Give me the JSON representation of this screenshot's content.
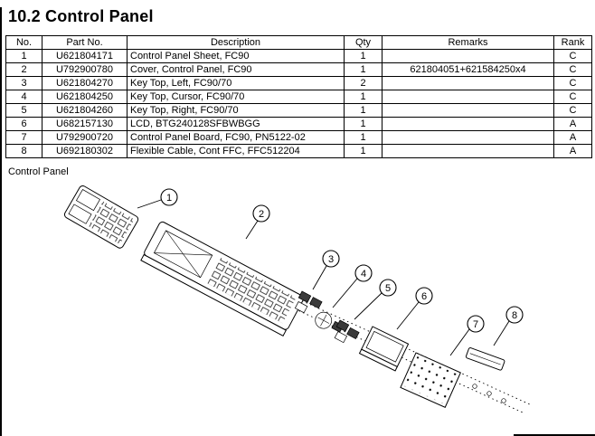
{
  "page": {
    "title": "10.2 Control Panel",
    "diagram_label": "Control Panel"
  },
  "table": {
    "headers": [
      "No.",
      "Part No.",
      "Description",
      "Qty",
      "Remarks",
      "Rank"
    ],
    "rows": [
      {
        "no": "1",
        "part_no": "U621804171",
        "description": "Control Panel Sheet, FC90",
        "qty": "1",
        "remarks": "",
        "rank": "C"
      },
      {
        "no": "2",
        "part_no": "U792900780",
        "description": "Cover, Control Panel, FC90",
        "qty": "1",
        "remarks": "621804051+621584250x4",
        "rank": "C"
      },
      {
        "no": "3",
        "part_no": "U621804270",
        "description": "Key Top, Left, FC90/70",
        "qty": "2",
        "remarks": "",
        "rank": "C"
      },
      {
        "no": "4",
        "part_no": "U621804250",
        "description": "Key Top, Cursor, FC90/70",
        "qty": "1",
        "remarks": "",
        "rank": "C"
      },
      {
        "no": "5",
        "part_no": "U621804260",
        "description": "Key Top, Right, FC90/70",
        "qty": "1",
        "remarks": "",
        "rank": "C"
      },
      {
        "no": "6",
        "part_no": "U682157130",
        "description": "LCD, BTG240128SFBWBGG",
        "qty": "1",
        "remarks": "",
        "rank": "A"
      },
      {
        "no": "7",
        "part_no": "U792900720",
        "description": "Control Panel Board, FC90, PN5122-02",
        "qty": "1",
        "remarks": "",
        "rank": "A"
      },
      {
        "no": "8",
        "part_no": "U692180302",
        "description": "Flexible Cable, Cont FFC, FFC512204",
        "qty": "1",
        "remarks": "",
        "rank": "A"
      }
    ]
  },
  "diagram": {
    "callouts": [
      "1",
      "2",
      "3",
      "4",
      "5",
      "6",
      "7",
      "8"
    ]
  }
}
